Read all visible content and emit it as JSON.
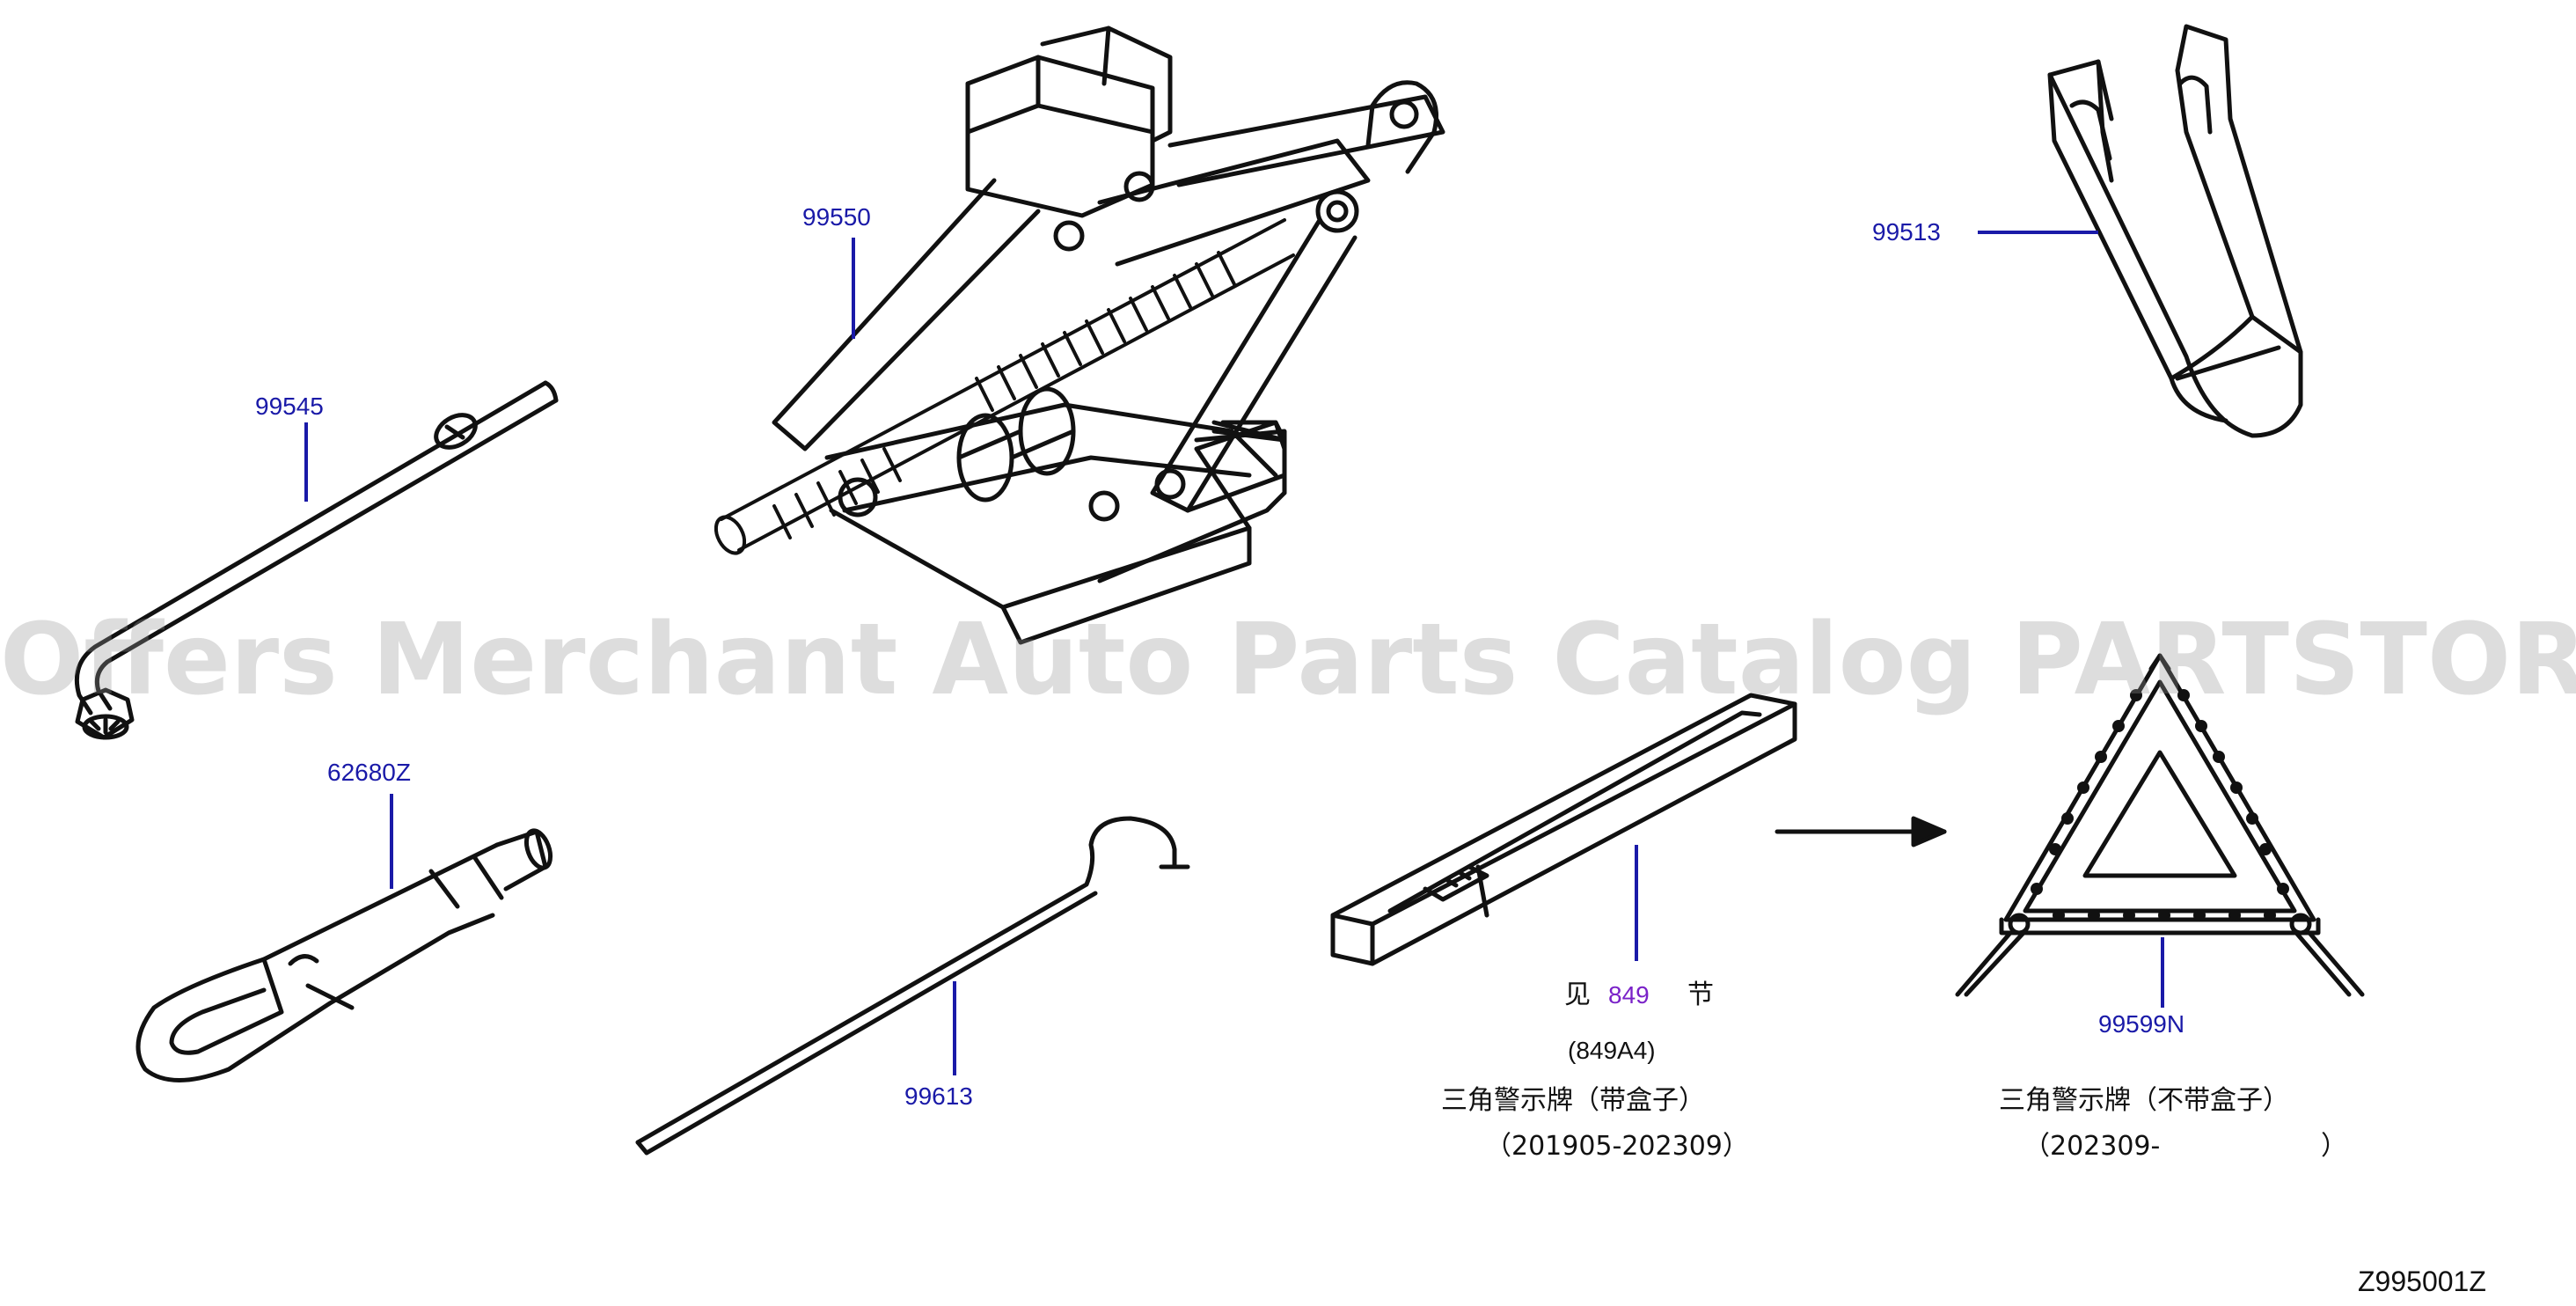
{
  "watermark": "Offers Merchant Auto Parts Catalog PARTSTORE.SA",
  "diagram_id": "Z995001Z",
  "parts": {
    "jack": "99550",
    "wrench": "99545",
    "hook_bag": "99513",
    "tow_hook": "62680Z",
    "jack_handle": "99613",
    "triangle": "99599N"
  },
  "reference": {
    "see": "见",
    "section": "849",
    "jie": "节",
    "code": "(849A4)"
  },
  "captions": {
    "boxed_title": "三角警示牌（带盒子）",
    "boxed_period": "（201905-202309）",
    "unboxed_title": "三角警示牌（不带盒子）",
    "unboxed_period_open": "（202309-",
    "unboxed_period_close": "）"
  },
  "colors": {
    "leader": "#1a1aa8",
    "line": "#111111",
    "link": "#7a22c8"
  }
}
